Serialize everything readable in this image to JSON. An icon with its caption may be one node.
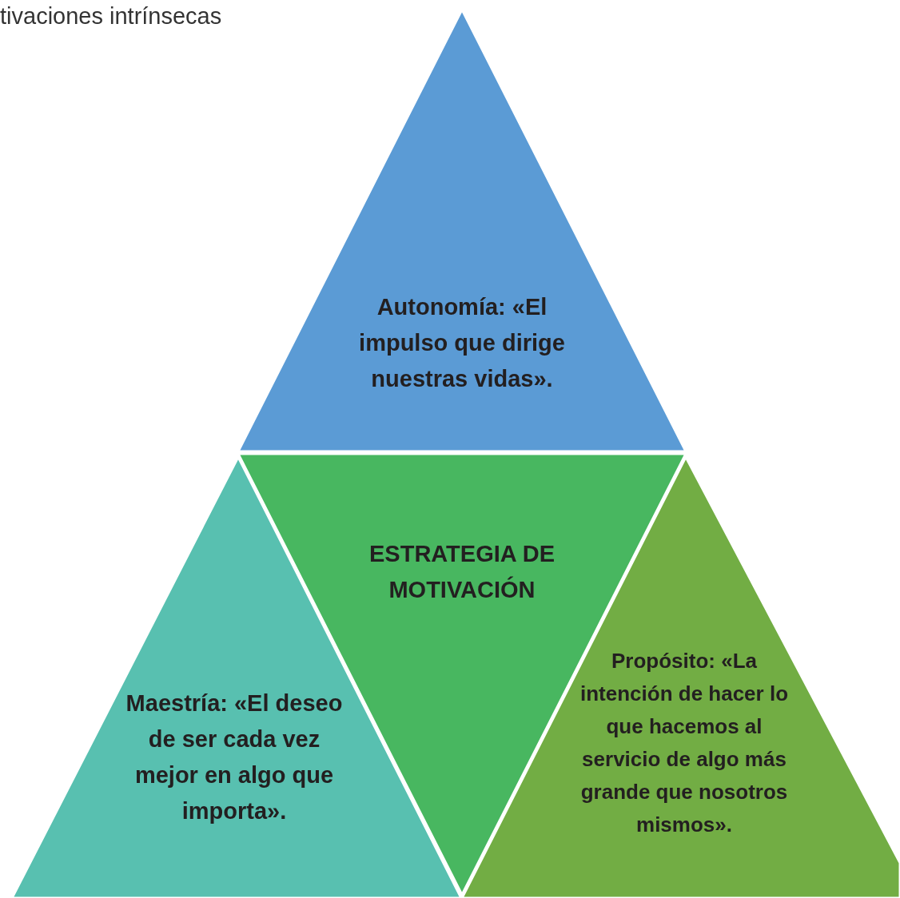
{
  "diagram": {
    "nodes": [
      {
        "text": [
          "Autonomía: «El impulso que dirige nuestras vidas»."
        ]
      },
      {
        "text": [
          "ESTRATEGIA DE MOTIVACIÓN"
        ]
      },
      {
        "text": [
          "Maestría: «El deseo de ser cada vez mejor en algo que importa»."
        ]
      },
      {
        "text": [
          "Propósito: «La intención de hacer lo que hacemos al servicio de algo más grande que nosotros mismos»."
        ]
      }
    ],
    "edges": [],
    "labels": [
      "tivaciones intrínsecas"
    ]
  }
}
